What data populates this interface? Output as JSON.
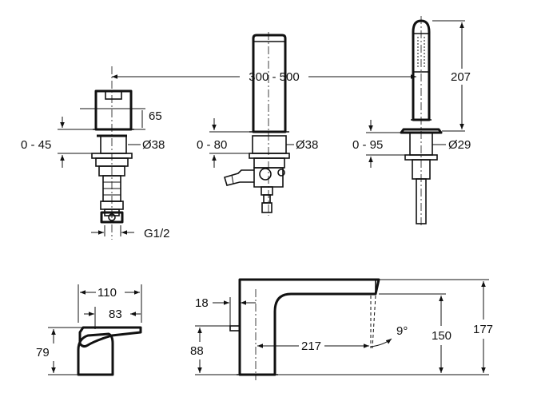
{
  "top": {
    "span_label": "300 - 500",
    "mixer": {
      "height_label": "65",
      "deck_label": "0 - 45",
      "hole_label": "Ø38",
      "thread_label": "G1/2"
    },
    "spout": {
      "deck_label": "0 - 80",
      "hole_label": "Ø38"
    },
    "shower": {
      "height_label": "207",
      "deck_label": "0 - 95",
      "hole_label": "Ø29"
    }
  },
  "bottom": {
    "mixer_side": {
      "depth_label": "110",
      "lever_label": "83",
      "height_label": "79"
    },
    "spout_side": {
      "offset_label": "18",
      "base_height_label": "88",
      "reach_label": "217",
      "angle_label": "9°",
      "outlet_height_label": "150",
      "total_height_label": "177"
    }
  }
}
